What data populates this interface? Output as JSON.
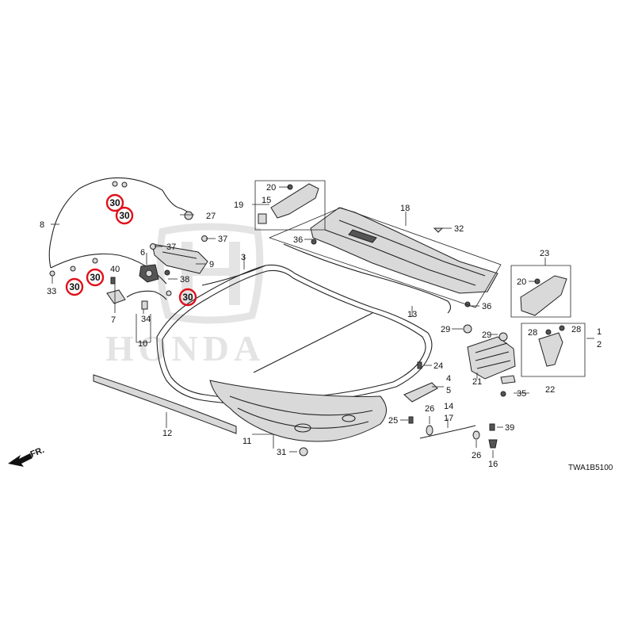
{
  "diagram_code": "TWA1B5100",
  "front_indicator": "FR.",
  "watermark": {
    "text": "HONDA",
    "color": "#cfcfcf"
  },
  "highlight_color": "#e0101a",
  "callouts": [
    {
      "id": "c1",
      "label": "1"
    },
    {
      "id": "c2",
      "label": "2"
    },
    {
      "id": "c3",
      "label": "3"
    },
    {
      "id": "c4",
      "label": "4"
    },
    {
      "id": "c5",
      "label": "5"
    },
    {
      "id": "c6",
      "label": "6"
    },
    {
      "id": "c7",
      "label": "7"
    },
    {
      "id": "c8",
      "label": "8"
    },
    {
      "id": "c9",
      "label": "9"
    },
    {
      "id": "c10",
      "label": "10"
    },
    {
      "id": "c11",
      "label": "11"
    },
    {
      "id": "c12",
      "label": "12"
    },
    {
      "id": "c13",
      "label": "13"
    },
    {
      "id": "c14",
      "label": "14"
    },
    {
      "id": "c15",
      "label": "15"
    },
    {
      "id": "c16",
      "label": "16"
    },
    {
      "id": "c17",
      "label": "17"
    },
    {
      "id": "c18",
      "label": "18"
    },
    {
      "id": "c19",
      "label": "19"
    },
    {
      "id": "c20a",
      "label": "20"
    },
    {
      "id": "c20b",
      "label": "20"
    },
    {
      "id": "c21",
      "label": "21"
    },
    {
      "id": "c22",
      "label": "22"
    },
    {
      "id": "c23",
      "label": "23"
    },
    {
      "id": "c24",
      "label": "24"
    },
    {
      "id": "c25",
      "label": "25"
    },
    {
      "id": "c26a",
      "label": "26"
    },
    {
      "id": "c26b",
      "label": "26"
    },
    {
      "id": "c27",
      "label": "27"
    },
    {
      "id": "c28a",
      "label": "28"
    },
    {
      "id": "c28b",
      "label": "28"
    },
    {
      "id": "c29a",
      "label": "29"
    },
    {
      "id": "c29b",
      "label": "29"
    },
    {
      "id": "c31",
      "label": "31"
    },
    {
      "id": "c32",
      "label": "32"
    },
    {
      "id": "c33",
      "label": "33"
    },
    {
      "id": "c34",
      "label": "34"
    },
    {
      "id": "c35",
      "label": "35"
    },
    {
      "id": "c36a",
      "label": "36"
    },
    {
      "id": "c36b",
      "label": "36"
    },
    {
      "id": "c37a",
      "label": "37"
    },
    {
      "id": "c37b",
      "label": "37"
    },
    {
      "id": "c38",
      "label": "38"
    },
    {
      "id": "c39",
      "label": "39"
    },
    {
      "id": "c40",
      "label": "40"
    }
  ],
  "highlighted_callouts": [
    {
      "id": "h1",
      "label": "30"
    },
    {
      "id": "h2",
      "label": "30"
    },
    {
      "id": "h3",
      "label": "30"
    },
    {
      "id": "h4",
      "label": "30"
    },
    {
      "id": "h5",
      "label": "30"
    }
  ]
}
